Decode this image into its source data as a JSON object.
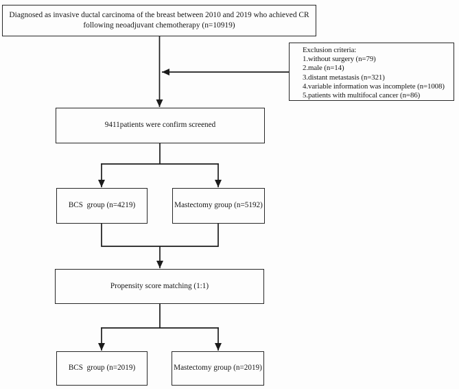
{
  "colors": {
    "background": "#fdfdfd",
    "line": "#1b1b1b",
    "text": "#151515",
    "box_border": "#262626"
  },
  "flowchart": {
    "top_box": {
      "line1": "Diagnosed as invasive ductal carcinoma of the breast between 2010 and 2019 who achieved CR",
      "line2": "following neoadjuvant chemotherapy (n=10919)"
    },
    "exclusion_box": {
      "title": "Exclusion criteria:",
      "items": [
        "1.without surgery (n=79)",
        "2.male (n=14)",
        "3.distant metastasis (n=321)",
        "4.variable information was incomplete (n=1008)",
        "5.patients with multifocal cancer (n=86)"
      ]
    },
    "screened_box": {
      "label": "9411patients were confirm screened"
    },
    "bcs_group_box": {
      "label": "BCS  group (n=4219)"
    },
    "mastectomy_group_box": {
      "label": "Mastectomy group (n=5192)"
    },
    "psm_box": {
      "label": "Propensity score matching (1:1)"
    },
    "bcs_matched_box": {
      "label": "BCS  group (n=2019)"
    },
    "mastectomy_matched_box": {
      "label": "Mastectomy group (n=2019)"
    }
  }
}
